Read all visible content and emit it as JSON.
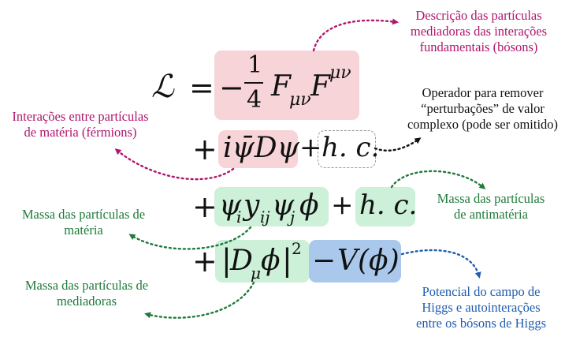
{
  "colors": {
    "pink_box": "#f7d4d7",
    "green_box": "#ccf0d8",
    "blue_box": "#a9c8ec",
    "magenta_text": "#b0166d",
    "green_text": "#1f7a3a",
    "blue_text": "#1f5db0"
  },
  "equation": {
    "lhs": "ℒ",
    "equals": "=",
    "term1_sign": "−",
    "term1_frac_num": "1",
    "term1_frac_den": "4",
    "term1_f1": "F",
    "term1_f1_sub": "μν",
    "term1_f2": "F",
    "term1_f2_sup": "μν",
    "term2_sign": "+",
    "term2_body": "iψ̄Dψ",
    "plus": "+",
    "hc": "h. c.",
    "term3_sign": "+",
    "term3_psi_i": "ψ",
    "term3_i": "i",
    "term3_y": "y",
    "term3_ij": "ij",
    "term3_psi_j": "ψ",
    "term3_j": "j",
    "term3_phi": "ϕ",
    "term4_sign": "+",
    "term4_bar_open": "|",
    "term4_D": "D",
    "term4_mu": "μ",
    "term4_phi": "ϕ",
    "term4_bar_close": "|",
    "term4_sq": "2",
    "term5_minus": "−",
    "term5_body": "V(ϕ)"
  },
  "annotations": {
    "mediators_l1": "Descrição das partículas",
    "mediators_l2": "mediadoras das interações",
    "mediators_l3": "fundamentais (bósons)",
    "fermions_l1": "Interações entre partículas",
    "fermions_l2": "de matéria (férmions)",
    "operator_l1": "Operador para remover",
    "operator_l2": "“perturbações” de valor",
    "operator_l3": "complexo (pode ser omitido)",
    "matter_mass_l1": "Massa das partículas de",
    "matter_mass_l2": "matéria",
    "antimatter_mass_l1": "Massa das partículas",
    "antimatter_mass_l2": "de antimatéria",
    "mediator_mass_l1": "Massa das partículas de",
    "mediator_mass_l2": "mediadoras",
    "higgs_l1": "Potencial do campo de",
    "higgs_l2": "Higgs e autointerações",
    "higgs_l3": "entre os bósons de Higgs"
  }
}
